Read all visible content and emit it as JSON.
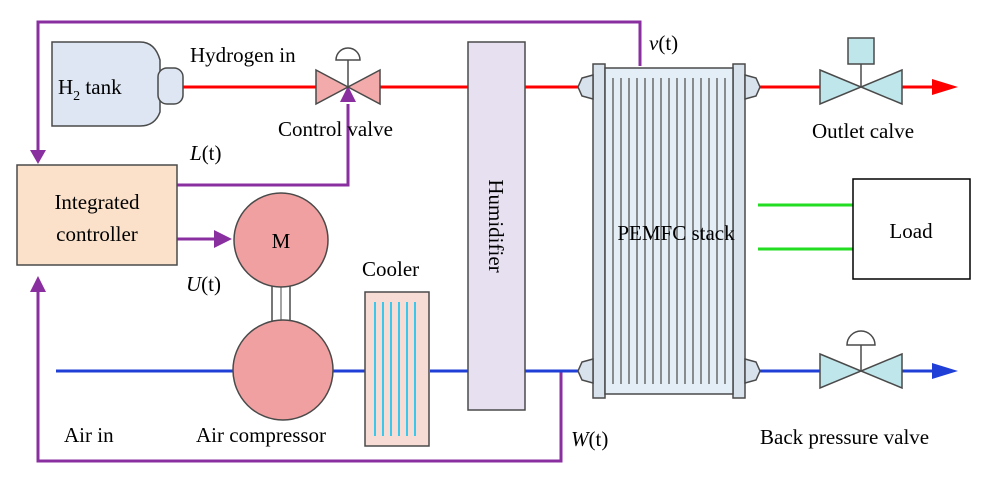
{
  "colors": {
    "hydrogen_line": "#ff0000",
    "air_line": "#1f3fd6",
    "signal_line": "#8a2fa0",
    "load_line": "#22dd22",
    "cooler_tubes": "#3cc8ea",
    "valve_fill": "#f2aaaa",
    "valve_fill_blue": "#bfe6ea",
    "motor_fill": "#f0a0a0",
    "controller_fill": "#fbe1c9",
    "humidifier_fill": "#e6e0f0",
    "stack_fill": "#e4eef6",
    "tank_fill": "#dde6f2"
  },
  "labels": {
    "h2_tank": "H",
    "h2_subscript": "2",
    "h2_tank_suffix": " tank",
    "hydrogen_in": "Hydrogen in",
    "control_valve": "Control valve",
    "humidifier": "Humidifier",
    "v_t_sym": "v",
    "v_t_arg": "(t)",
    "outlet_valve": "Outlet calve",
    "l_t_sym": "L",
    "l_t_arg": "(t)",
    "integrated_controller_line1": "Integrated",
    "integrated_controller_line2": "controller",
    "motor": "M",
    "u_t_sym": "U",
    "u_t_arg": "(t)",
    "cooler": "Cooler",
    "pemfc_stack": "PEMFC stack",
    "load": "Load",
    "air_in": "Air in",
    "air_compressor": "Air compressor",
    "w_t_sym": "W",
    "w_t_arg": "(t)",
    "back_pressure_valve": "Back pressure valve"
  }
}
